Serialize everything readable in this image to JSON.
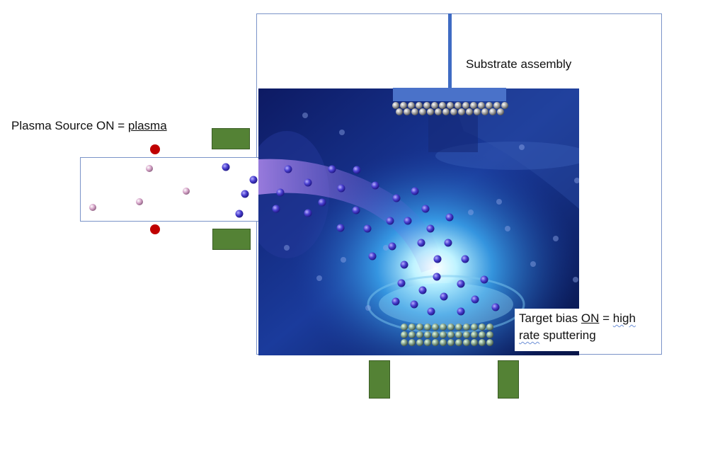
{
  "labels": {
    "substrate": "Substrate assembly",
    "plasma_prefix": "Plasma Source ON = ",
    "plasma_word": "plasma",
    "target_part1": "Target bias ",
    "target_on": "ON",
    "target_part2": " = ",
    "target_high": "high",
    "target_rate": "rate",
    "target_part3": " sputtering"
  },
  "colors": {
    "magnet": "#548235",
    "frame": "#7a93c8",
    "substrate_holder": "#3f6bc3",
    "electron": "#c00000",
    "argon_particle": "#d9a9cc",
    "sputtered_atom": "#4a3fd0"
  },
  "icons": {
    "electron": "red-dot-icon",
    "argon": "pink-sphere-icon",
    "sputtered": "blue-sphere-icon"
  }
}
